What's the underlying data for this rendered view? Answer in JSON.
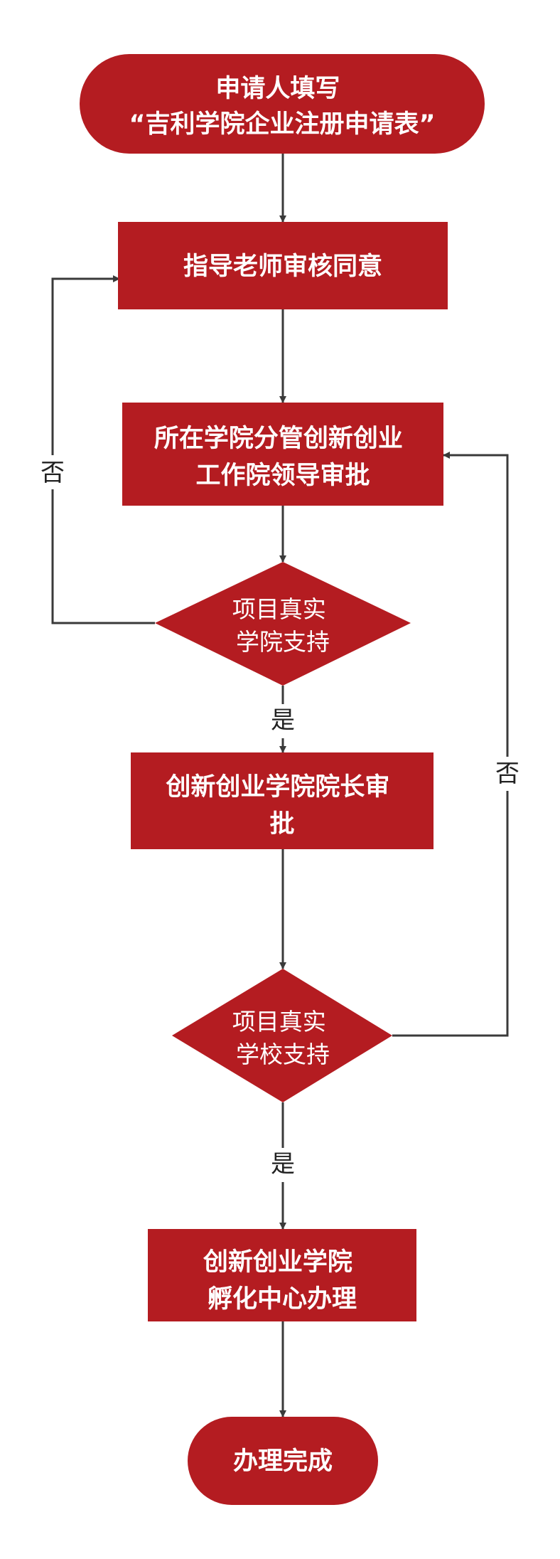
{
  "colors": {
    "node_fill": "#b41c21",
    "node_text": "#ffffff",
    "edge": "#3a3a3a",
    "label_text": "#222222",
    "background": "#ffffff"
  },
  "nodes": {
    "start": {
      "lines": [
        "申请人填写",
        "“吉利学院企业注册申请表”"
      ]
    },
    "advisor_review": {
      "lines": [
        "指导老师审核同意"
      ]
    },
    "college_approval": {
      "lines": [
        "所在学院分管创新创业",
        "工作院领导审批"
      ]
    },
    "decision_college": {
      "lines": [
        "项目真实",
        "学院支持"
      ]
    },
    "dean_approval": {
      "lines": [
        "创新创业学院院长审",
        "批"
      ]
    },
    "decision_school": {
      "lines": [
        "项目真实",
        "学校支持"
      ]
    },
    "incubator": {
      "lines": [
        "创新创业学院",
        "孵化中心办理"
      ]
    },
    "end": {
      "lines": [
        "办理完成"
      ]
    }
  },
  "edge_labels": {
    "college_no": "否",
    "college_yes": "是",
    "school_no": "否",
    "school_yes": "是"
  }
}
